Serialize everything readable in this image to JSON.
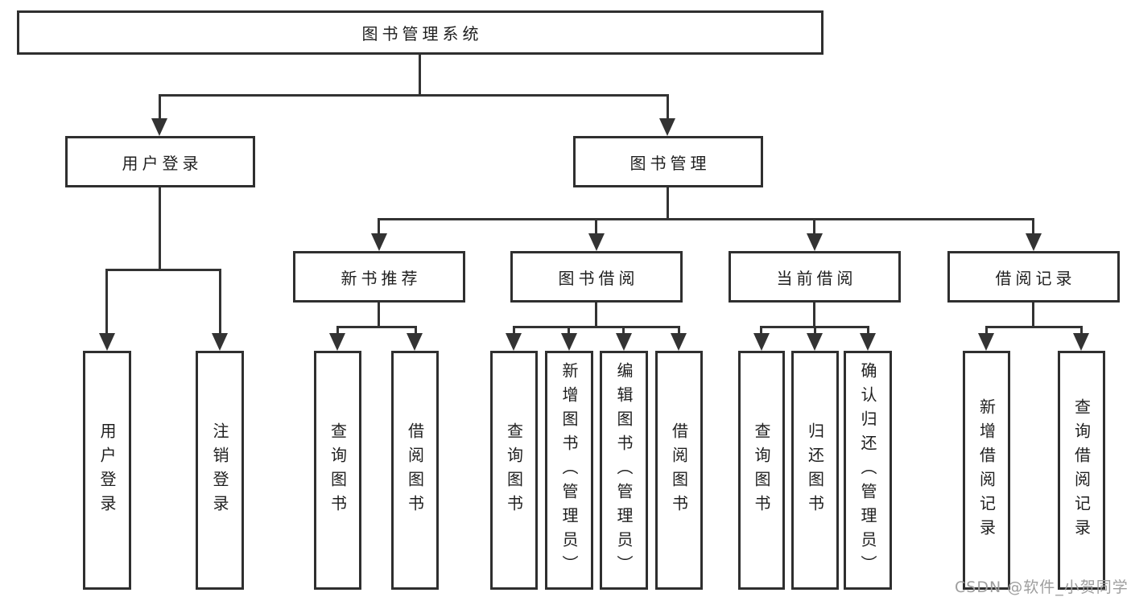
{
  "root": {
    "label": "图书管理系统"
  },
  "level2": {
    "user_login": {
      "label": "用户登录"
    },
    "book_mgmt": {
      "label": "图书管理"
    }
  },
  "level3": {
    "new_books": {
      "label": "新书推荐"
    },
    "book_borrow": {
      "label": "图书借阅"
    },
    "current_borrow": {
      "label": "当前借阅"
    },
    "borrow_records": {
      "label": "借阅记录"
    }
  },
  "leaves": {
    "user_login": {
      "label": "用户登录"
    },
    "logout": {
      "label": "注销登录"
    },
    "nb_query_books": {
      "label": "查询图书"
    },
    "nb_borrow_books": {
      "label": "借阅图书"
    },
    "bb_query_books": {
      "label": "查询图书"
    },
    "bb_add_books": {
      "label": "新增图书（管理员）"
    },
    "bb_edit_books": {
      "label": "编辑图书（管理员）"
    },
    "bb_borrow_books": {
      "label": "借阅图书"
    },
    "cb_query_books": {
      "label": "查询图书"
    },
    "cb_return_books": {
      "label": "归还图书"
    },
    "cb_confirm_return": {
      "label": "确认归还（管理员）"
    },
    "br_add_record": {
      "label": "新增借阅记录"
    },
    "br_query_record": {
      "label": "查询借阅记录"
    }
  },
  "watermark": {
    "text": "CSDN @软件_小贺同学"
  },
  "colors": {
    "line": "#333333",
    "box_border": "#2f2f2f",
    "text": "#1f1f1f",
    "background": "#ffffff",
    "watermark": "#9e9e9e"
  }
}
